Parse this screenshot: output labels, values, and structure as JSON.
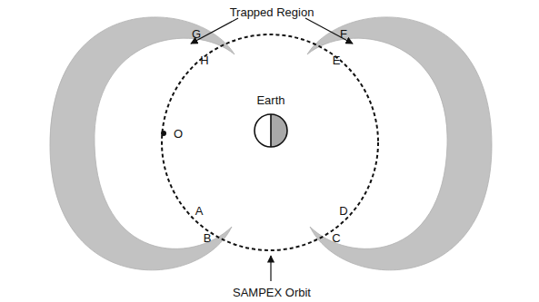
{
  "diagram": {
    "nodes": [
      {
        "text": [
          "Earth"
        ]
      }
    ],
    "labels": [
      "Trapped Region",
      "G",
      "F",
      "H",
      "E",
      "O",
      "A",
      "D",
      "B",
      "C",
      "SAMPEX Orbit"
    ]
  }
}
